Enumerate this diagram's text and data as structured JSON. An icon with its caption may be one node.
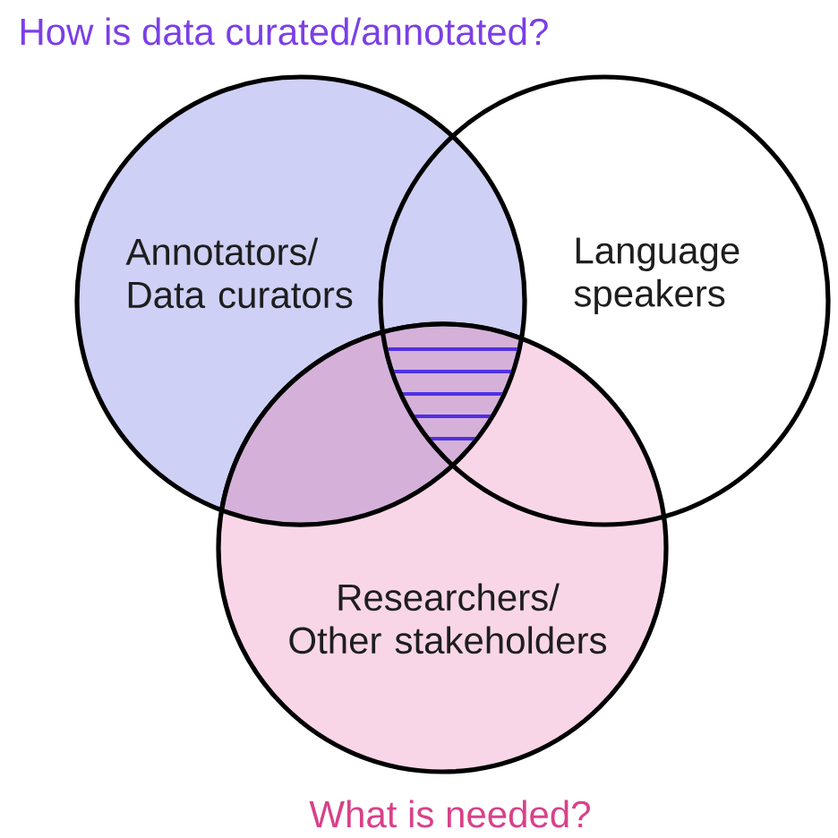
{
  "diagram": {
    "nodes": [
      {
        "text": [
          "Annotators/ Data curators"
        ],
        "beside": [
          "How is data curated/annotated?"
        ]
      },
      {
        "text": [
          "Language speakers"
        ]
      },
      {
        "text": [
          "Researchers/ Other stakeholders"
        ],
        "beside": [
          "What is needed?"
        ]
      }
    ]
  }
}
